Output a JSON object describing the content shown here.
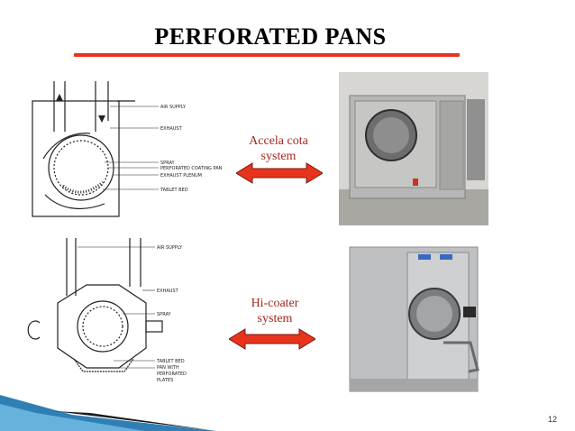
{
  "slide": {
    "title": "PERFORATED PANS",
    "page_number": "12",
    "accent_color": "#e8341c",
    "caption_color": "#a0281e"
  },
  "diagram_top": {
    "labels": [
      "AIR SUPPLY",
      "EXHAUST",
      "SPRAY",
      "PERFORATED COATING PAN",
      "EXHAUST PLENUM",
      "TABLET BED"
    ]
  },
  "diagram_bottom": {
    "labels": [
      "AIR SUPPLY",
      "EXHAUST",
      "SPRAY",
      "TABLET BED",
      "PAN WITH",
      "PERFORATED",
      "PLATES"
    ]
  },
  "systems": [
    {
      "line1": "Accela cota",
      "line2": "system"
    },
    {
      "line1": "Hi-coater",
      "line2": "system"
    }
  ]
}
